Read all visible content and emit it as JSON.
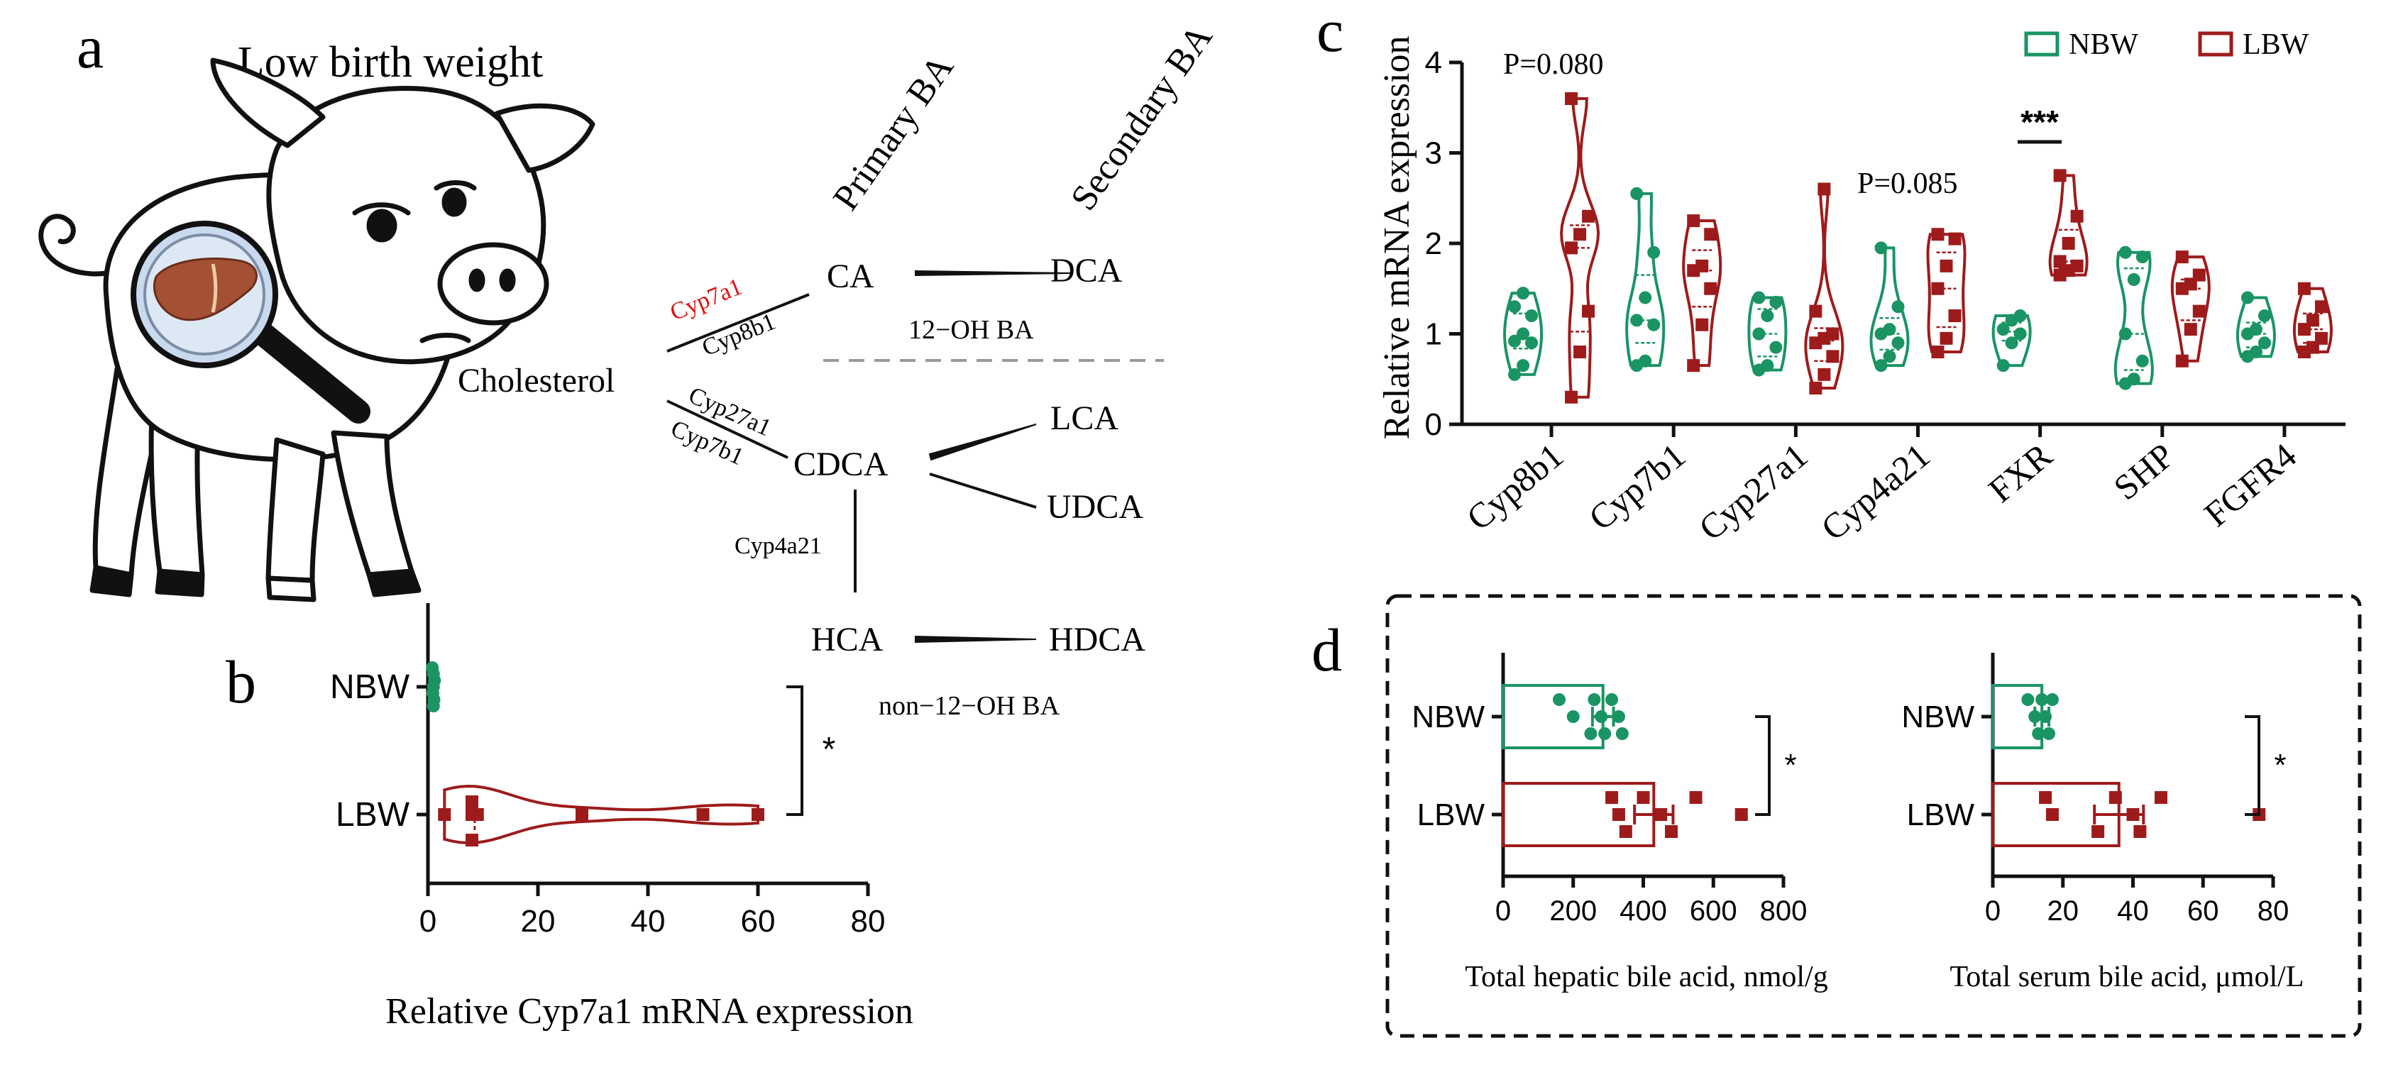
{
  "colors": {
    "nbw": "#1a9463",
    "lbw": "#9e1b1b",
    "enzyme_highlight": "#e01010",
    "ink": "#111111",
    "dash": "#999999"
  },
  "panel_a": {
    "letter": "a",
    "title": "Low birth weight",
    "nodes": {
      "cholesterol": "Cholesterol",
      "primary_header": "Primary BA",
      "secondary_header": "Secondary BA",
      "ca": "CA",
      "dca": "DCA",
      "cdca": "CDCA",
      "lca": "LCA",
      "udca": "UDCA",
      "hca": "HCA",
      "hdca": "HDCA",
      "oh12": "12−OH BA",
      "non_oh12": "non−12−OH BA"
    },
    "enzymes": {
      "cyp7a1": "Cyp7a1",
      "cyp8b1": "Cyp8b1",
      "cyp27a1": "Cyp27a1",
      "cyp7b1": "Cyp7b1",
      "cyp4a21": "Cyp4a21"
    },
    "icons": [
      "pig-illustration",
      "magnifier-icon",
      "liver-icon"
    ]
  },
  "chart_data": [
    {
      "id": "b",
      "letter": "b",
      "type": "violin",
      "orientation": "horizontal",
      "categories": [
        "NBW",
        "LBW"
      ],
      "xlabel": "Relative Cyp7a1 mRNA expression",
      "xlim": [
        0,
        80
      ],
      "xticks": [
        0,
        20,
        40,
        60,
        80
      ],
      "series": [
        {
          "name": "NBW",
          "values": [
            0.8,
            1.0,
            1.2,
            1.0,
            0.9,
            1.1,
            1.0
          ]
        },
        {
          "name": "LBW",
          "values": [
            3,
            8,
            8,
            8,
            9,
            28,
            50,
            60
          ]
        }
      ],
      "significance": "*"
    },
    {
      "id": "c",
      "letter": "c",
      "type": "violin",
      "categories": [
        "Cyp8b1",
        "Cyp7b1",
        "Cyp27a1",
        "Cyp4a21",
        "FXR",
        "SHP",
        "FGFR4"
      ],
      "ylabel": "Relative mRNA expression",
      "ylim": [
        0,
        4
      ],
      "yticks": [
        0,
        1,
        2,
        3,
        4
      ],
      "legend": [
        "NBW",
        "LBW"
      ],
      "legend_position": "top-right",
      "series": [
        {
          "name": "NBW",
          "values": [
            [
              0.55,
              0.65,
              0.9,
              0.92,
              1.0,
              1.2,
              1.3,
              1.45
            ],
            [
              0.65,
              0.7,
              1.1,
              1.15,
              1.4,
              1.9,
              2.55
            ],
            [
              0.6,
              0.65,
              0.85,
              1.0,
              1.2,
              1.35,
              1.4
            ],
            [
              0.65,
              0.75,
              0.9,
              1.0,
              1.05,
              1.3,
              1.95
            ],
            [
              0.65,
              0.9,
              1.0,
              1.05,
              1.15,
              1.2
            ],
            [
              0.45,
              0.5,
              0.7,
              1.0,
              1.6,
              1.85,
              1.9
            ],
            [
              0.75,
              0.8,
              0.9,
              1.0,
              1.05,
              1.2,
              1.4
            ]
          ]
        },
        {
          "name": "LBW",
          "values": [
            [
              0.3,
              0.8,
              1.25,
              1.95,
              2.1,
              2.3,
              3.6
            ],
            [
              0.65,
              1.1,
              1.5,
              1.7,
              1.75,
              2.1,
              2.25
            ],
            [
              0.4,
              0.55,
              0.75,
              0.9,
              0.95,
              1.0,
              1.25,
              2.6
            ],
            [
              0.8,
              0.95,
              1.2,
              1.5,
              1.75,
              2.05,
              2.1
            ],
            [
              1.65,
              1.7,
              1.75,
              1.8,
              2.0,
              2.3,
              2.75
            ],
            [
              0.7,
              1.05,
              1.25,
              1.5,
              1.55,
              1.65,
              1.85
            ],
            [
              0.8,
              0.85,
              0.95,
              1.05,
              1.15,
              1.3,
              1.5
            ]
          ]
        }
      ],
      "annotations": [
        {
          "category": "Cyp8b1",
          "text": "P=0.080"
        },
        {
          "category": "Cyp4a21",
          "text": "P=0.085"
        },
        {
          "category": "FXR",
          "text": "***"
        }
      ]
    },
    {
      "id": "d1",
      "letter": "d",
      "type": "bar",
      "orientation": "horizontal",
      "categories": [
        "NBW",
        "LBW"
      ],
      "xlabel": "Total hepatic bile acid, nmol/g",
      "xlim": [
        0,
        800
      ],
      "xticks": [
        0,
        200,
        400,
        600,
        800
      ],
      "means": [
        285,
        430
      ],
      "errors": [
        30,
        55
      ],
      "points": [
        [
          160,
          200,
          250,
          260,
          280,
          290,
          310,
          330,
          340
        ],
        [
          310,
          330,
          350,
          400,
          450,
          480,
          550,
          680
        ]
      ],
      "significance": "*"
    },
    {
      "id": "d2",
      "type": "bar",
      "orientation": "horizontal",
      "categories": [
        "NBW",
        "LBW"
      ],
      "xlabel": "Total serum bile acid, μmol/L",
      "xlim": [
        0,
        80
      ],
      "xticks": [
        0,
        20,
        40,
        60,
        80
      ],
      "means": [
        14,
        36
      ],
      "errors": [
        2,
        7
      ],
      "points": [
        [
          10,
          12,
          13,
          14,
          15,
          16,
          17
        ],
        [
          15,
          17,
          30,
          35,
          40,
          42,
          48,
          76
        ]
      ],
      "significance": "*"
    }
  ]
}
